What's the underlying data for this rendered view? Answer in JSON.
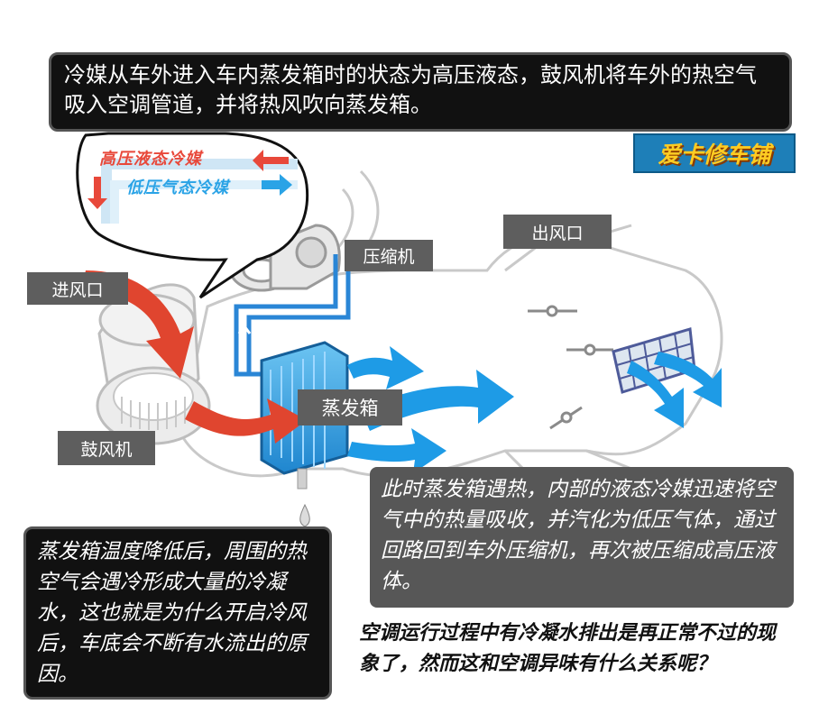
{
  "header": {
    "text": "冷媒从车外进入车内蒸发箱时的状态为高压液态，鼓风机将车外的热空气吸入空调管道，并将热风吹向蒸发箱。"
  },
  "logo": {
    "text": "爱卡修车铺"
  },
  "legend": {
    "high": "高压液态冷媒",
    "low": "低压气态冷媒",
    "high_color": "#e8483a",
    "low_color": "#2aa3e6"
  },
  "labels": {
    "inlet": "进风口",
    "compressor": "压缩机",
    "outlet": "出风口",
    "evaporator": "蒸发箱",
    "blower": "鼓风机"
  },
  "notes": {
    "evaporator_heat": "此时蒸发箱遇热，内部的液态冷媒迅速将空气中的热量吸收，并汽化为低压气体，通过回路回到车外压缩机，再次被压缩成高压液体。",
    "condensation": "蒸发箱温度降低后，周围的热空气会遇冷形成大量的冷凝水，这也就是为什么开启冷风后，车底会不断有水流出的原因。",
    "question": "空调运行过程中有冷凝水排出是再正常不过的现象了，然而这和空调异味有什么关系呢？"
  },
  "colors": {
    "red_arrow": "#e0452f",
    "blue_arrow": "#1e9be6",
    "evaporator": "#3aa0e0",
    "logo_bg": "#1e7fb8",
    "logo_text": "#ffcc22"
  }
}
